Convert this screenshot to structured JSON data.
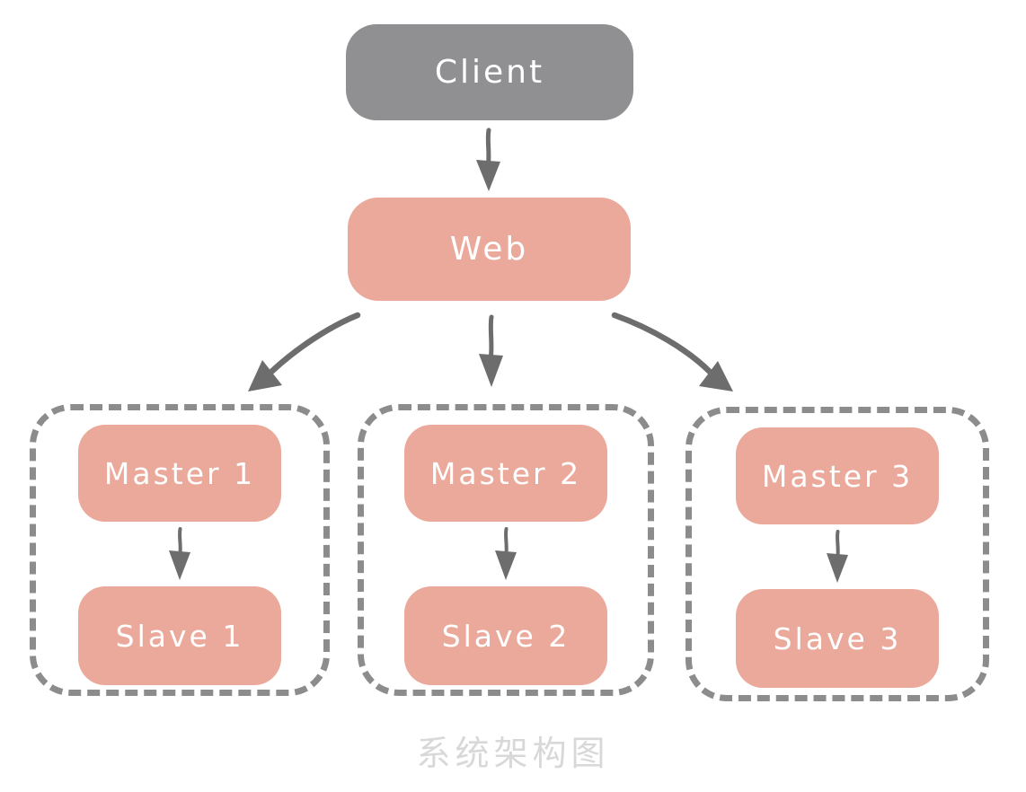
{
  "caption": "系统架构图",
  "colors": {
    "background": "#ffffff",
    "client_fill": "#909092",
    "node_fill": "#eaa99b",
    "node_text": "#ffffff",
    "arrow": "#6d6d6d",
    "group_border": "#8c8c8c",
    "caption": "#d8d8d8"
  },
  "nodes": {
    "client": {
      "label": "Client"
    },
    "web": {
      "label": "Web"
    }
  },
  "groups": [
    {
      "master": {
        "label": "Master 1"
      },
      "slave": {
        "label": "Slave 1"
      }
    },
    {
      "master": {
        "label": "Master 2"
      },
      "slave": {
        "label": "Slave 2"
      }
    },
    {
      "master": {
        "label": "Master 3"
      },
      "slave": {
        "label": "Slave 3"
      }
    }
  ],
  "edges": [
    {
      "from": "Client",
      "to": "Web"
    },
    {
      "from": "Web",
      "to": "Master 1"
    },
    {
      "from": "Web",
      "to": "Master 2"
    },
    {
      "from": "Web",
      "to": "Master 3"
    },
    {
      "from": "Master 1",
      "to": "Slave 1"
    },
    {
      "from": "Master 2",
      "to": "Slave 2"
    },
    {
      "from": "Master 3",
      "to": "Slave 3"
    }
  ]
}
